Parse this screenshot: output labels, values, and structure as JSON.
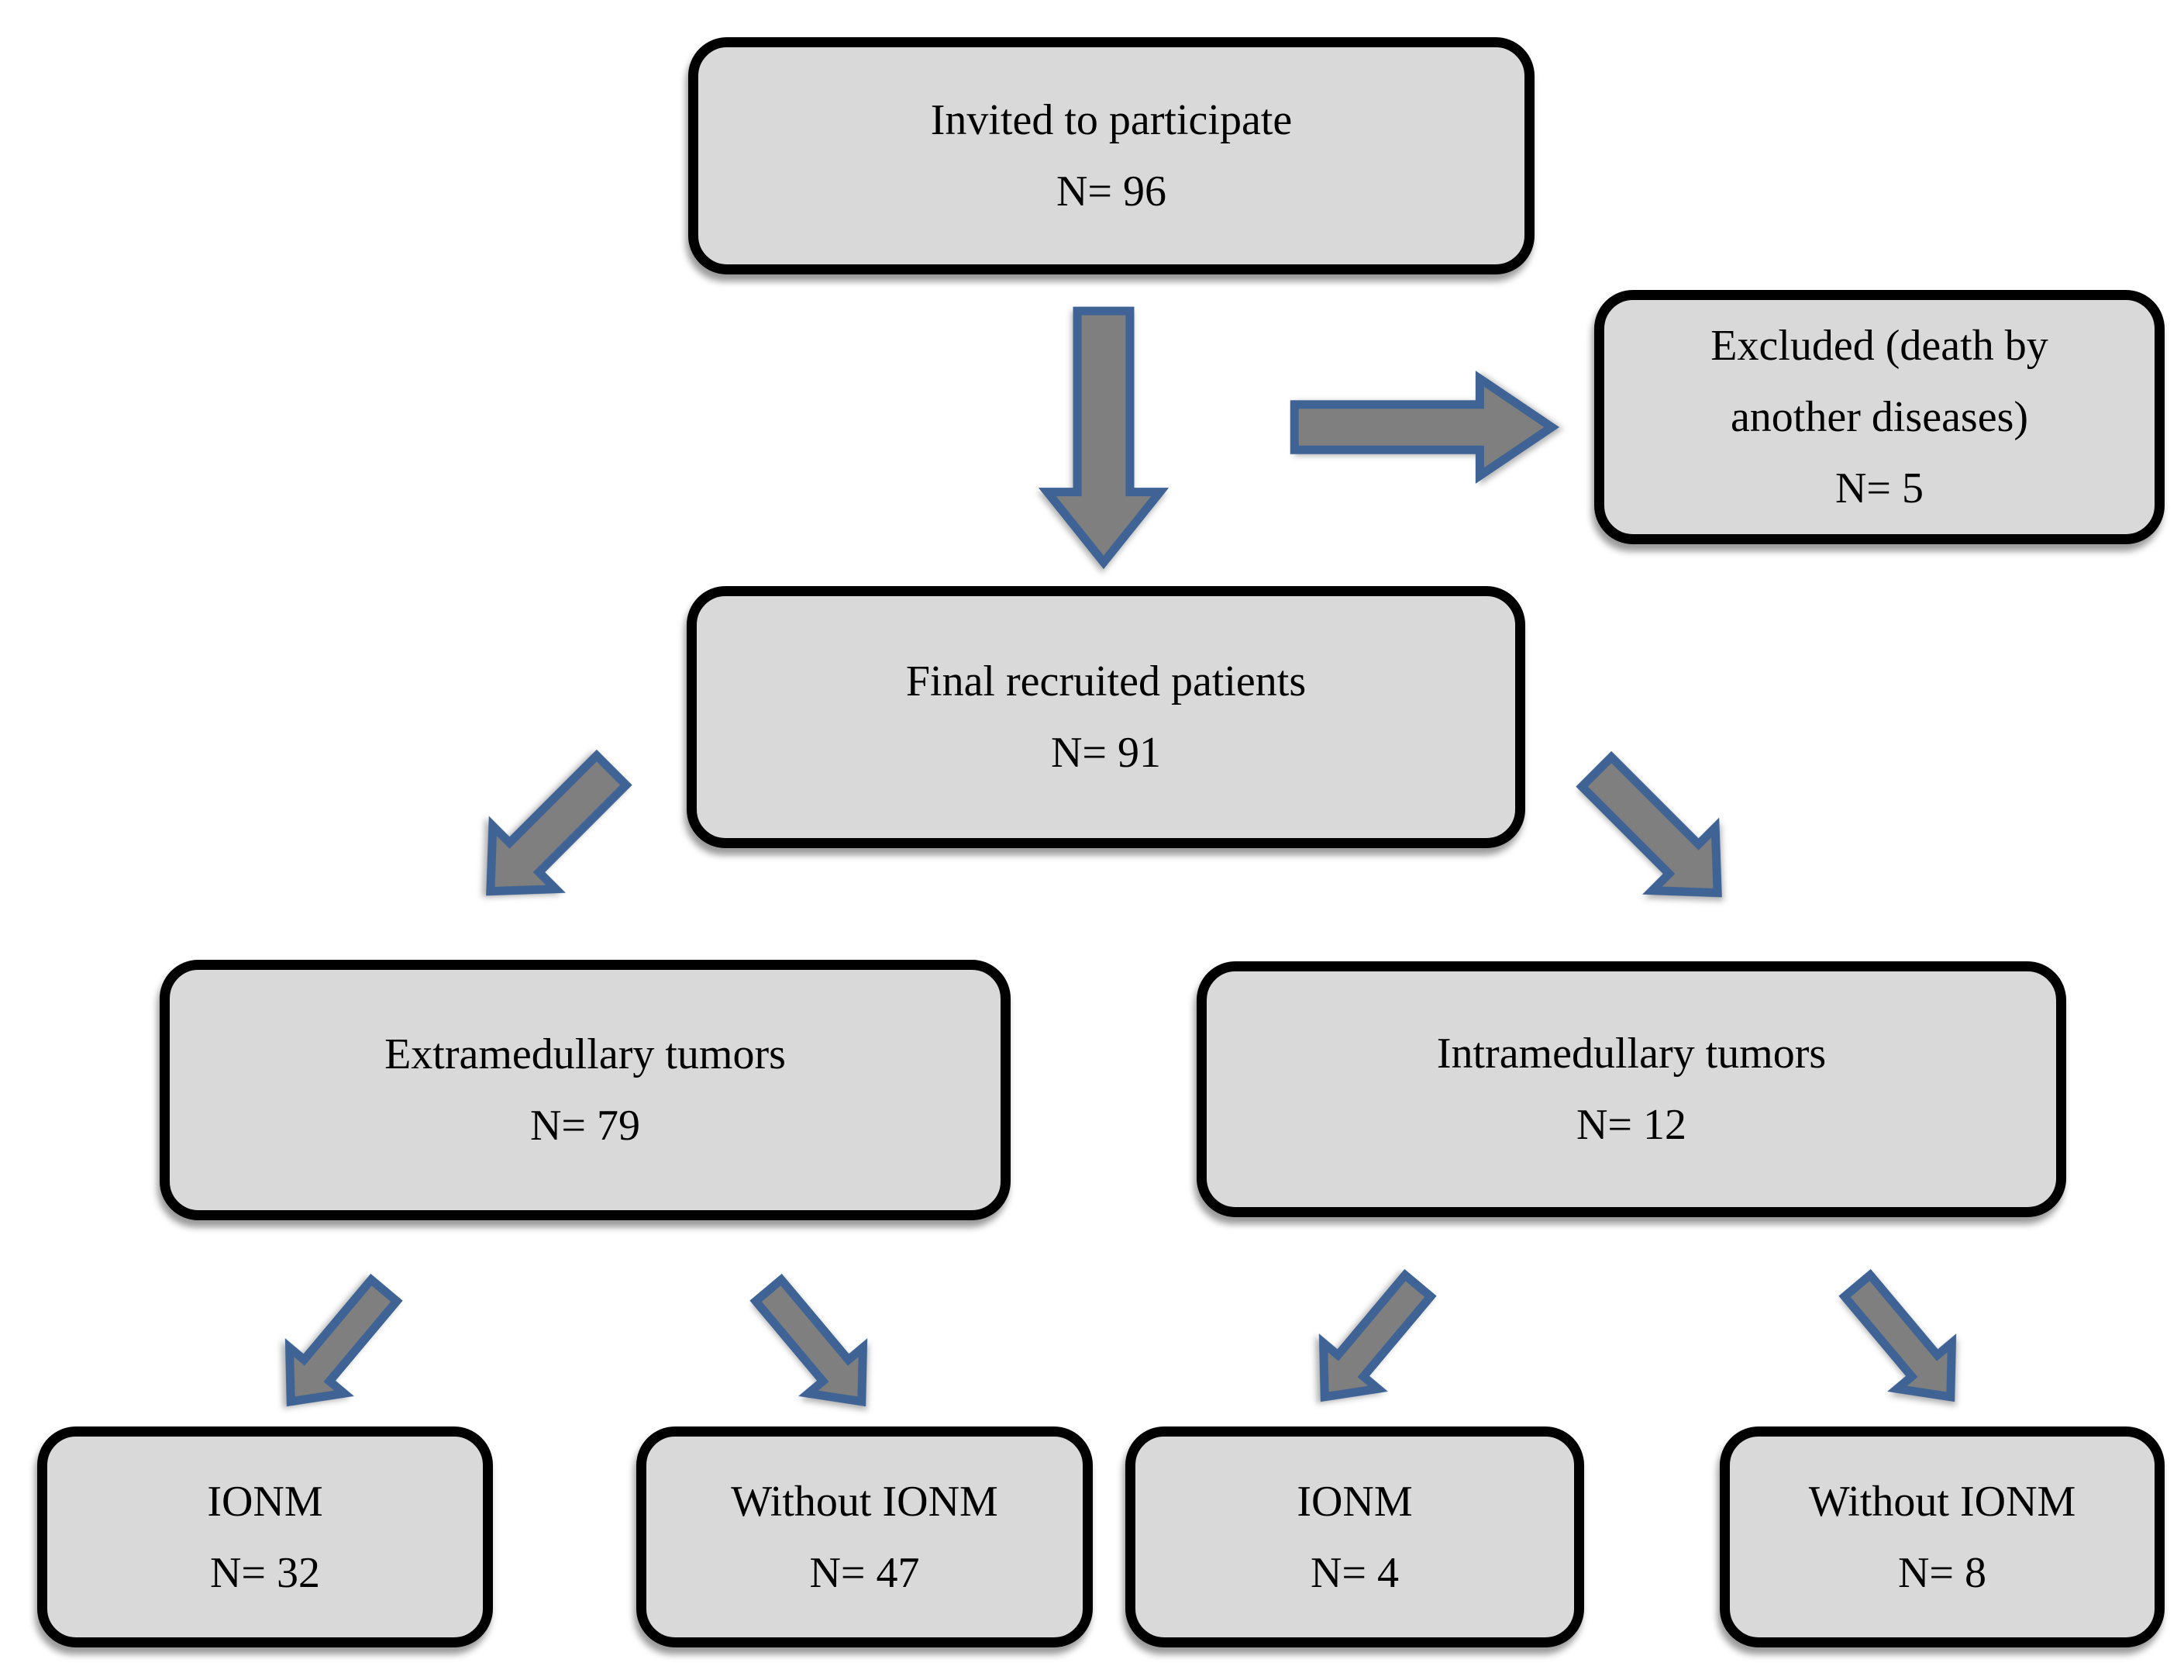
{
  "nodes": {
    "invited": {
      "lines": [
        "Invited to participate"
      ],
      "count": "N= 96"
    },
    "excluded": {
      "lines": [
        "Excluded (death by",
        "another diseases)"
      ],
      "count": "N= 5"
    },
    "final": {
      "lines": [
        "Final recruited patients"
      ],
      "count": "N= 91"
    },
    "extramedullary": {
      "lines": [
        "Extramedullary tumors"
      ],
      "count": "N= 79"
    },
    "intramedullary": {
      "lines": [
        "Intramedullary tumors"
      ],
      "count": "N= 12"
    },
    "ionm_extra": {
      "lines": [
        "IONM"
      ],
      "count": "N= 32"
    },
    "without_ionm_extra": {
      "lines": [
        "Without IONM"
      ],
      "count": "N= 47"
    },
    "ionm_intra": {
      "lines": [
        "IONM"
      ],
      "count": "N= 4"
    },
    "without_ionm_intra": {
      "lines": [
        "Without IONM"
      ],
      "count": "N= 8"
    }
  },
  "edges": [
    {
      "from": "invited",
      "to": "final"
    },
    {
      "from": "invited",
      "to": "excluded"
    },
    {
      "from": "final",
      "to": "extramedullary"
    },
    {
      "from": "final",
      "to": "intramedullary"
    },
    {
      "from": "extramedullary",
      "to": "ionm_extra"
    },
    {
      "from": "extramedullary",
      "to": "without_ionm_extra"
    },
    {
      "from": "intramedullary",
      "to": "ionm_intra"
    },
    {
      "from": "intramedullary",
      "to": "without_ionm_intra"
    }
  ],
  "colors": {
    "background": "#ffffff",
    "box_fill": "#d9d9d9",
    "box_border": "#000000",
    "arrow_fill": "#7f7f7f",
    "arrow_stroke": "#3e6394",
    "text": "#000000"
  }
}
